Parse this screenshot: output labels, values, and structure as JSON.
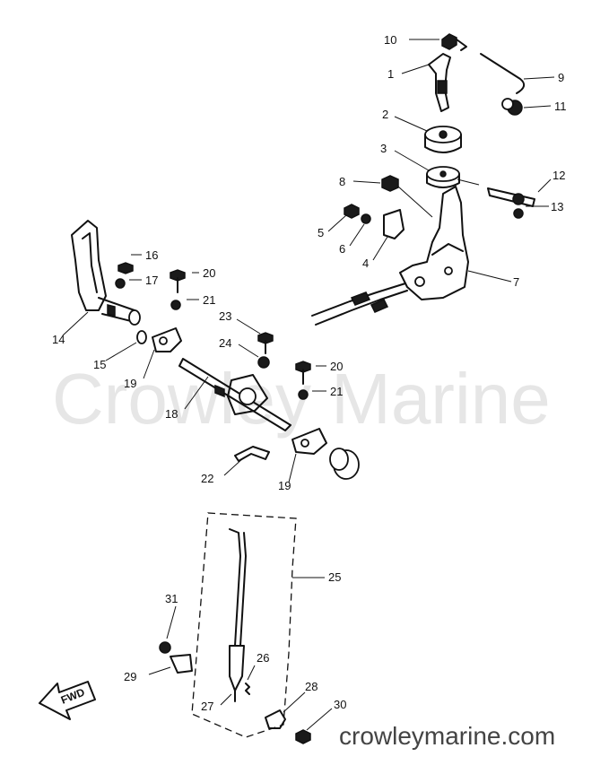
{
  "watermark": "Crowley Marine",
  "footer": "crowleymarine.com",
  "fwd_label": "FWD",
  "callouts": [
    "10",
    "1",
    "9",
    "11",
    "2",
    "3",
    "12",
    "8",
    "13",
    "5",
    "6",
    "4",
    "7",
    "16",
    "17",
    "20",
    "14",
    "21",
    "23",
    "24",
    "15",
    "19",
    "20",
    "21",
    "18",
    "19",
    "22",
    "25",
    "31",
    "29",
    "26",
    "27",
    "28",
    "30"
  ]
}
